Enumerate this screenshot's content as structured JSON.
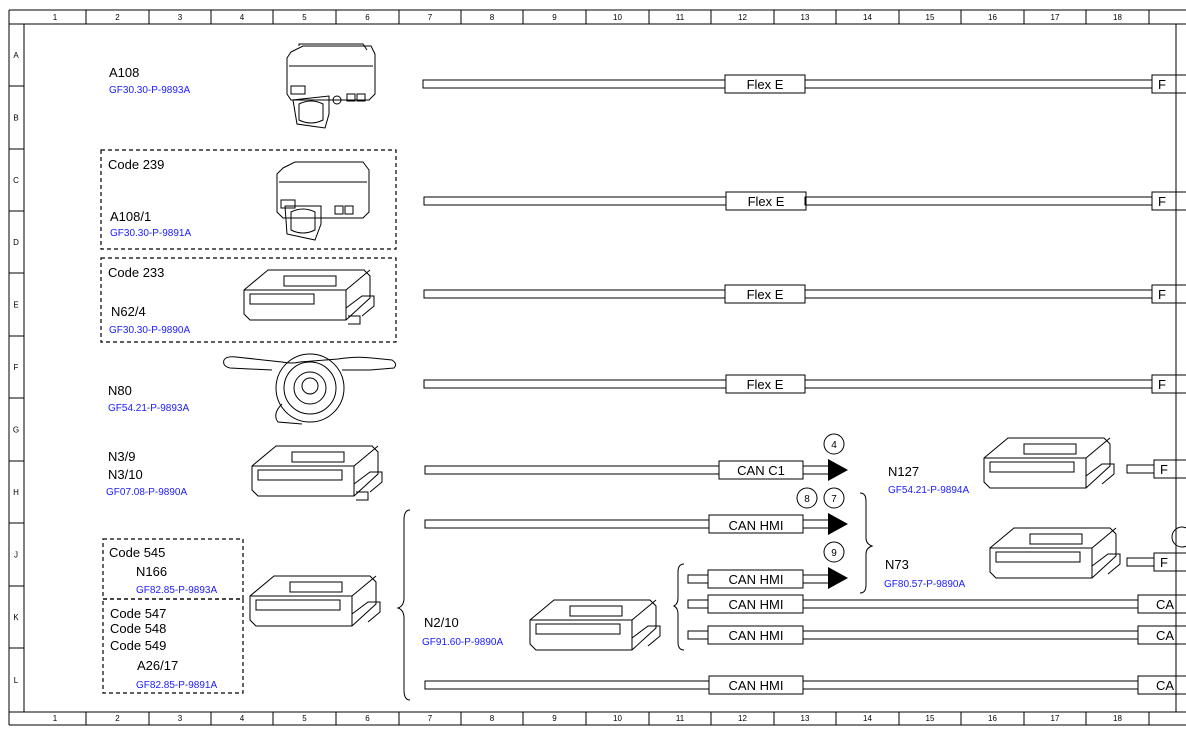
{
  "grid": {
    "columns": [
      "1",
      "2",
      "3",
      "4",
      "5",
      "6",
      "7",
      "8",
      "9",
      "10",
      "11",
      "12",
      "13",
      "14",
      "15",
      "16",
      "17",
      "18"
    ],
    "rows": [
      "A",
      "B",
      "C",
      "D",
      "E",
      "F",
      "G",
      "H",
      "J",
      "K",
      "L"
    ]
  },
  "components": [
    {
      "id": "A108",
      "doc": "GF30.30-P-9893A"
    },
    {
      "id": "A108/1",
      "code": "Code 239",
      "doc": "GF30.30-P-9891A"
    },
    {
      "id": "N62/4",
      "code": "Code 233",
      "doc": "GF30.30-P-9890A"
    },
    {
      "id": "N80",
      "doc": "GF54.21-P-9893A"
    },
    {
      "id": "N3/9",
      "id2": "N3/10",
      "doc": "GF07.08-P-9890A"
    },
    {
      "id": "N166",
      "code": "Code 545",
      "doc": "GF82.85-P-9893A"
    },
    {
      "id": "A26/17",
      "codes": [
        "Code 547",
        "Code 548",
        "Code 549"
      ],
      "doc": "GF82.85-P-9891A"
    },
    {
      "id": "N2/10",
      "doc": "GF91.60-P-9890A"
    },
    {
      "id": "N127",
      "doc": "GF54.21-P-9894A"
    },
    {
      "id": "N73",
      "doc": "GF80.57-P-9890A"
    }
  ],
  "connectors": {
    "flex": "Flex E",
    "can_c1": "CAN C1",
    "can_hmi": "CAN HMI",
    "cut_f": "F",
    "cut_ca": "CA"
  },
  "references": [
    "4",
    "8",
    "7",
    "9"
  ]
}
